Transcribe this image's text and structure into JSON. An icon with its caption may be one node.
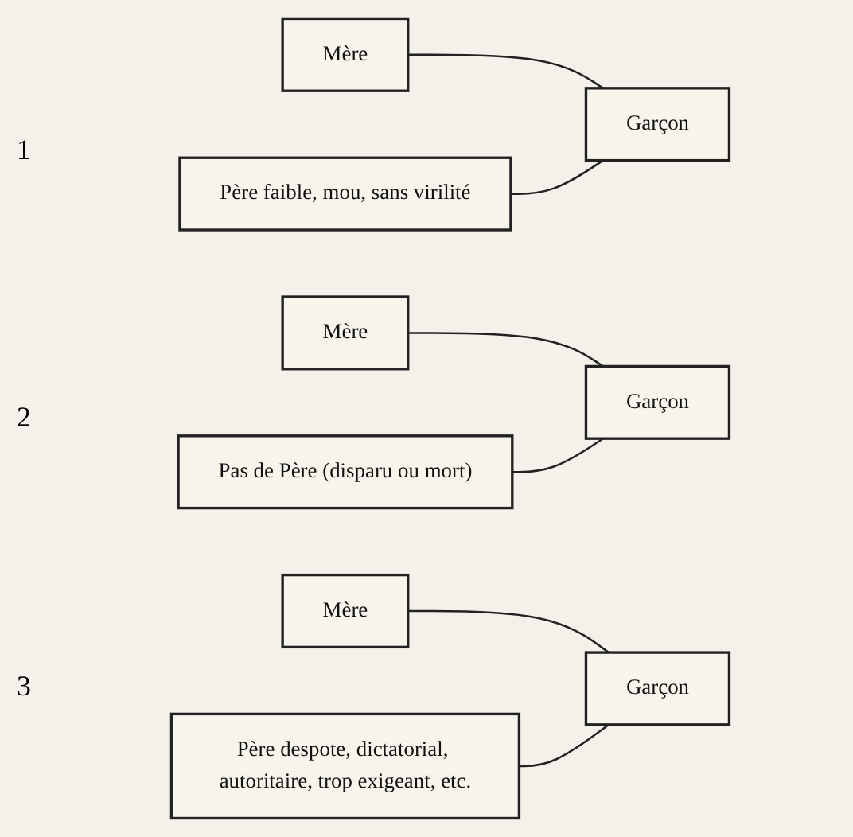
{
  "diagram": {
    "nodes": [
      {
        "text": [
          "Mère"
        ]
      },
      {
        "text": [
          "Père faible, mou, sans virilité"
        ]
      },
      {
        "text": [
          "Garçon"
        ]
      },
      {
        "text": [
          "Mère"
        ]
      },
      {
        "text": [
          "Pas de Père (disparu ou mort)"
        ]
      },
      {
        "text": [
          "Garçon"
        ]
      },
      {
        "text": [
          "Mère"
        ]
      },
      {
        "text": [
          "Père despote, dictatorial, autoritaire, trop exigeant, etc."
        ]
      },
      {
        "text": [
          "Garçon"
        ]
      }
    ],
    "edges": [
      {
        "from": 0,
        "to": 2,
        "arrow": "none"
      },
      {
        "from": 1,
        "to": 2,
        "arrow": "none"
      },
      {
        "from": 3,
        "to": 5,
        "arrow": "none"
      },
      {
        "from": 4,
        "to": 5,
        "arrow": "none"
      },
      {
        "from": 6,
        "to": 8,
        "arrow": "none"
      },
      {
        "from": 7,
        "to": 8,
        "arrow": "none"
      }
    ],
    "labels": [
      "1",
      "2",
      "3"
    ]
  }
}
